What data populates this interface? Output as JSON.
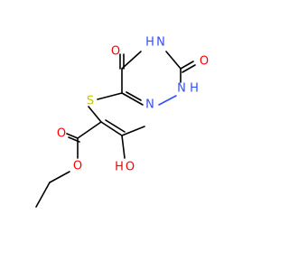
{
  "molecule": {
    "atoms": [
      {
        "id": "O_upper",
        "label": "O",
        "color": "#ff0000"
      },
      {
        "id": "O_right",
        "label": "O",
        "color": "#ff0000"
      },
      {
        "id": "H_N4",
        "label": "H",
        "color": "#3050f8"
      },
      {
        "id": "N4",
        "label": "N",
        "color": "#3050f8"
      },
      {
        "id": "S",
        "label": "S",
        "color": "#c8c800"
      },
      {
        "id": "N1",
        "label": "N",
        "color": "#3050f8"
      },
      {
        "id": "N2",
        "label": "N",
        "color": "#3050f8"
      },
      {
        "id": "H_N2",
        "label": "H",
        "color": "#3050f8"
      },
      {
        "id": "O_carbonyl",
        "label": "O",
        "color": "#ff0000"
      },
      {
        "id": "O_ester",
        "label": "O",
        "color": "#ff0000"
      },
      {
        "id": "O_enol",
        "label": "O",
        "color": "#ff0000"
      },
      {
        "id": "H_enol",
        "label": "H",
        "color": "#ff0000"
      }
    ]
  }
}
